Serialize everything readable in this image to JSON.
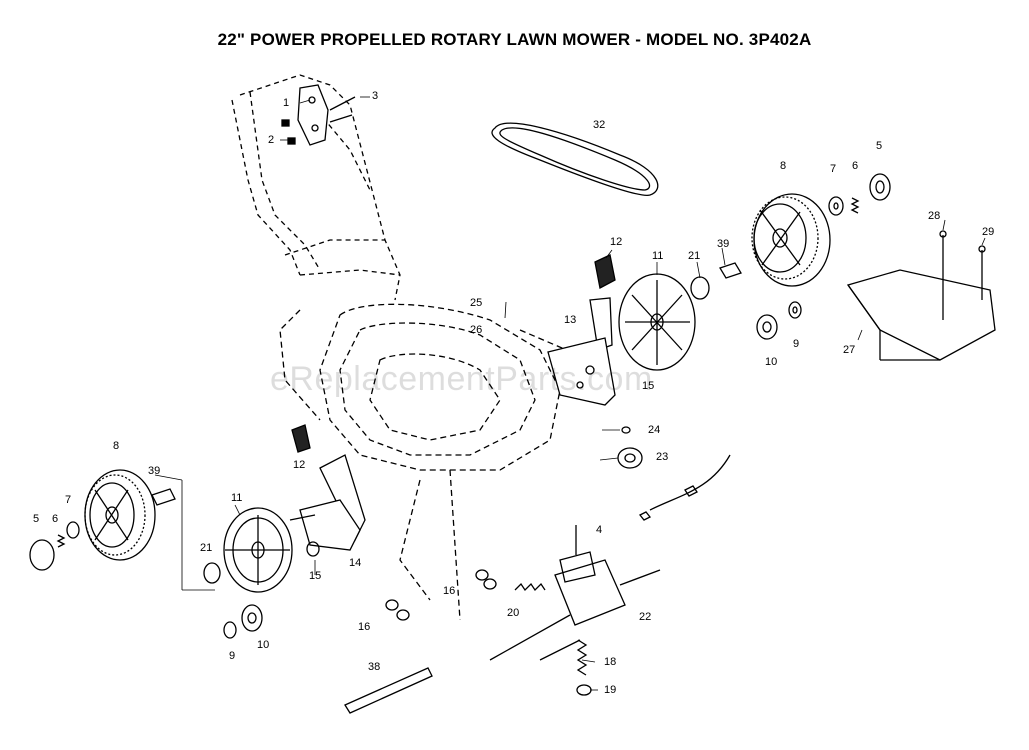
{
  "title": "22\" POWER PROPELLED ROTARY LAWN MOWER - MODEL NO. 3P402A",
  "watermark": "eReplacementParts.com",
  "callouts": {
    "c1": "1",
    "c2": "2",
    "c3": "3",
    "c32": "32",
    "c8a": "8",
    "c7a": "7",
    "c6a": "6",
    "c5a": "5",
    "c12a": "12",
    "c11a": "11",
    "c21a": "21",
    "c39a": "39",
    "c28": "28",
    "c29": "29",
    "c27": "27",
    "c25": "25",
    "c26": "26",
    "c13": "13",
    "c15a": "15",
    "c10a": "10",
    "c9a": "9",
    "c24": "24",
    "c23": "23",
    "c8b": "8",
    "c39b": "39",
    "c7b": "7",
    "c5b": "5",
    "c6b": "6",
    "c11b": "11",
    "c12b": "12",
    "c14": "14",
    "c15b": "15",
    "c21b": "21",
    "c9b": "9",
    "c10b": "10",
    "c4": "4",
    "c16a": "16",
    "c16b": "16",
    "c20": "20",
    "c22": "22",
    "c18": "18",
    "c19": "19",
    "c38": "38"
  }
}
